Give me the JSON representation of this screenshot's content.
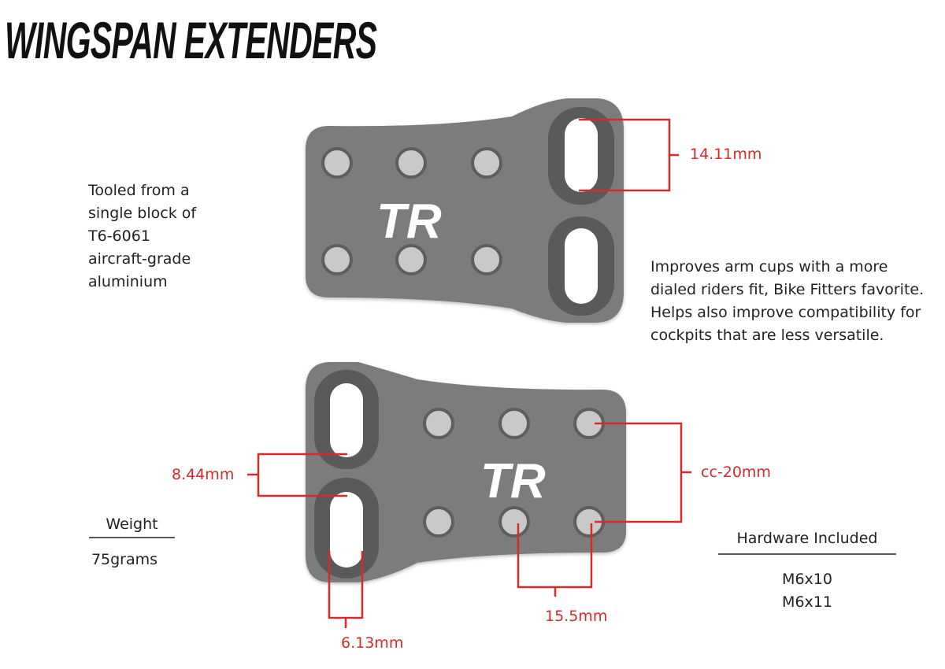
{
  "title": "WINGSPAN EXTENDERS",
  "logo_text": "TR",
  "material_text": [
    "Tooled from a",
    "single block of",
    "T6-6061",
    "aircraft-grade",
    "aluminium"
  ],
  "benefit_text": [
    "Improves arm cups with a more",
    "dialed riders fit, Bike Fitters favorite.",
    "Helps also improve compatibility for",
    "cockpits that are less versatile."
  ],
  "dimensions": {
    "slot_length": "14.11mm",
    "slot_gap": "8.44mm",
    "slot_width": "6.13mm",
    "hole_spacing_horizontal": "15.5mm",
    "hole_spacing_vertical": "cc-20mm"
  },
  "weight": {
    "label": "Weight",
    "value": "75grams"
  },
  "hardware": {
    "label": "Hardware Included",
    "items": [
      "M6x10",
      "M6x11"
    ]
  },
  "colors": {
    "plate": "#7a7a7a",
    "accent": "#d42a2a"
  }
}
